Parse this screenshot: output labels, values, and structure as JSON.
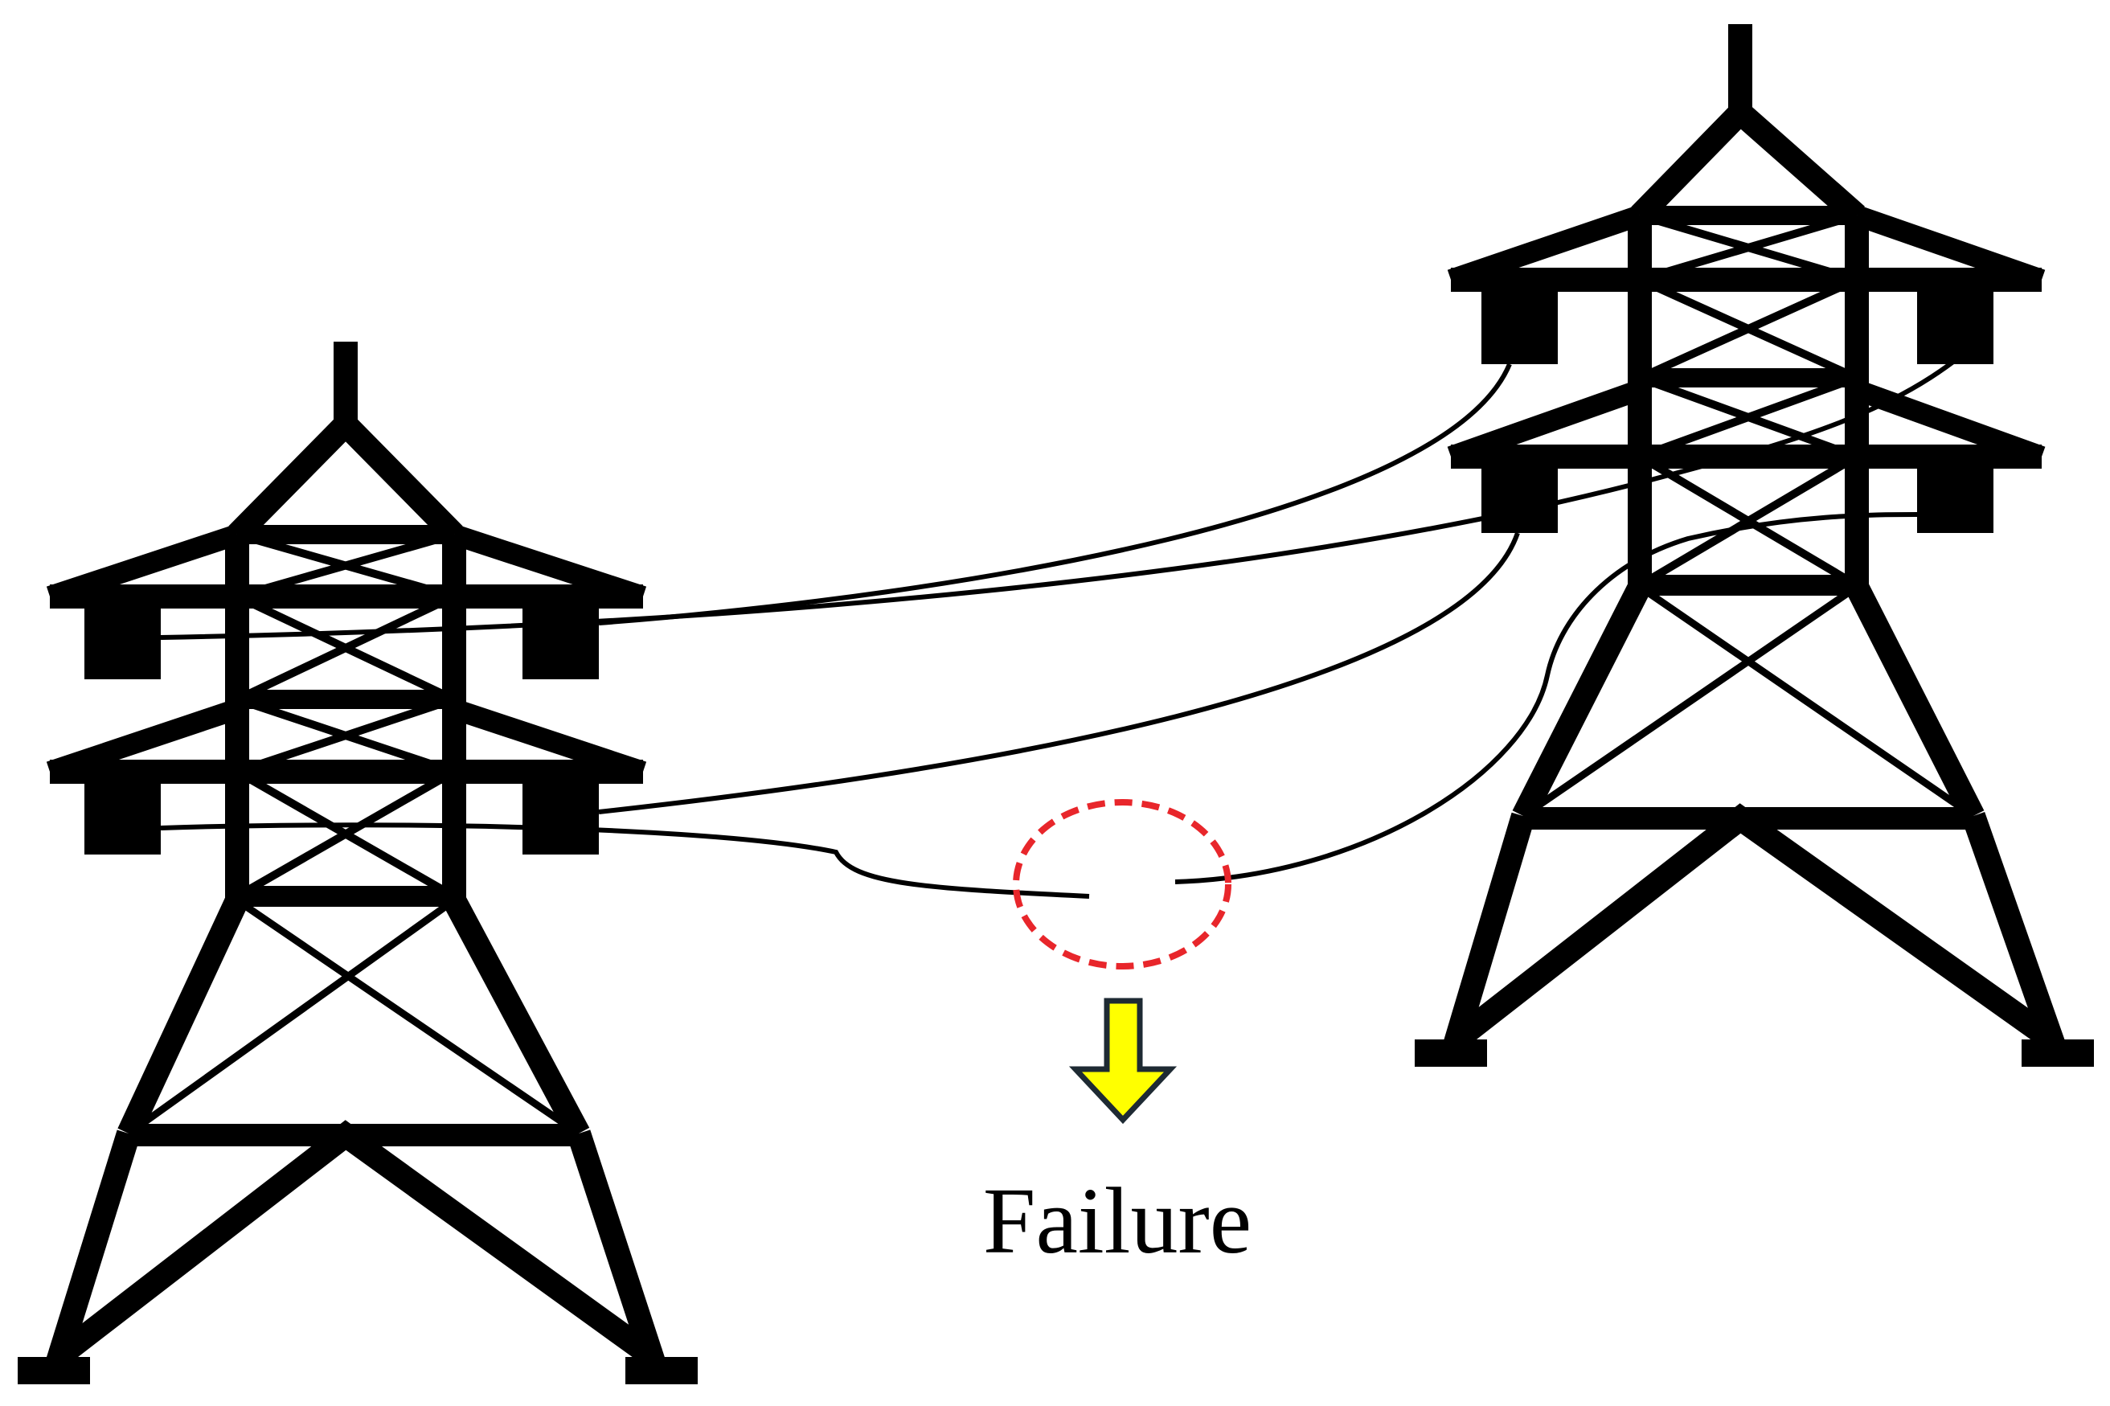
{
  "label": {
    "failure": "Failure"
  },
  "colors": {
    "ink": "#000000",
    "fault_ring": "#e8262b",
    "arrow_fill": "#ffff00",
    "arrow_stroke": "#1e2a33"
  },
  "elements": {
    "towers": [
      "left-transmission-tower",
      "right-transmission-tower"
    ],
    "fault_marker": "dashed-fault-circle",
    "pointer": "down-arrow-icon"
  }
}
